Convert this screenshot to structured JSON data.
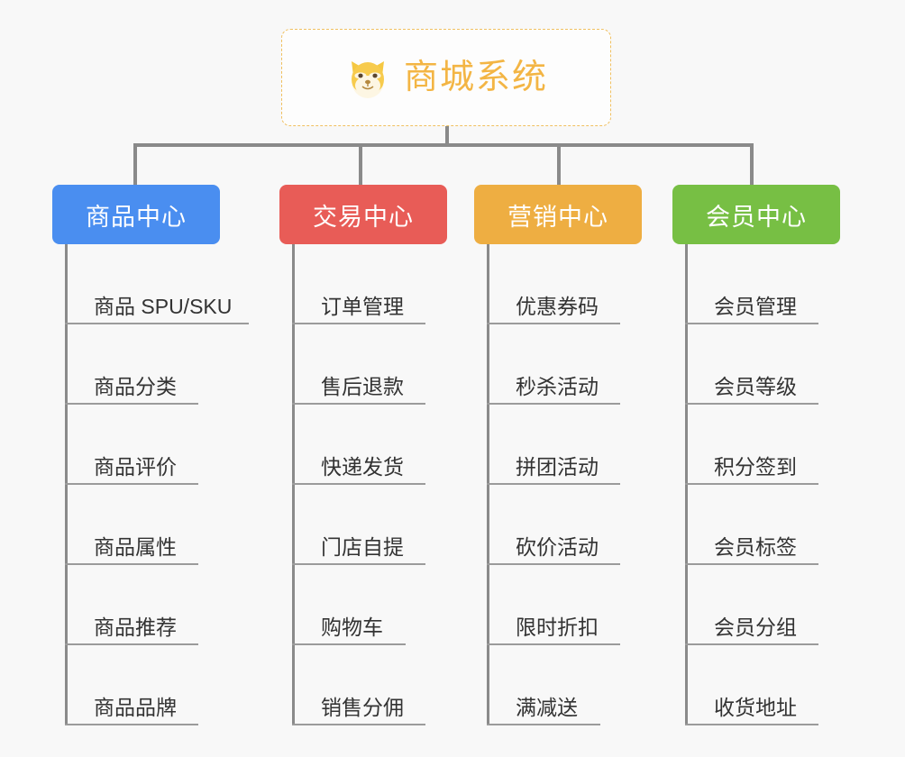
{
  "background_color": "#f8f8f8",
  "root": {
    "title": "商城系统",
    "icon": "shiba-dog-face-emoji",
    "border_color": "#f0c060",
    "text_color": "#f3b544"
  },
  "branches": [
    {
      "label": "商品中心",
      "color": "#4a8ef0",
      "items": [
        "商品 SPU/SKU",
        "商品分类",
        "商品评价",
        "商品属性",
        "商品推荐",
        "商品品牌"
      ]
    },
    {
      "label": "交易中心",
      "color": "#e85c57",
      "items": [
        "订单管理",
        "售后退款",
        "快递发货",
        "门店自提",
        "购物车",
        "销售分佣"
      ]
    },
    {
      "label": "营销中心",
      "color": "#eeae42",
      "items": [
        "优惠券码",
        "秒杀活动",
        "拼团活动",
        "砍价活动",
        "限时折扣",
        "满减送"
      ]
    },
    {
      "label": "会员中心",
      "color": "#77bf44",
      "items": [
        "会员管理",
        "会员等级",
        "积分签到",
        "会员标签",
        "会员分组",
        "收货地址"
      ]
    }
  ],
  "connector_color": "#8a8a8a",
  "leaf_text_color": "#333333",
  "leaf_underline_color": "#9b9b9b"
}
